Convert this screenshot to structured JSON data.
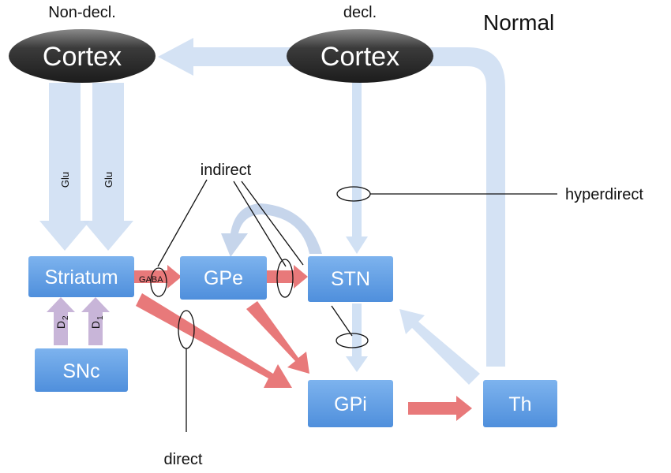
{
  "title": "Normal",
  "labels": {
    "cortex_left_caption": "Non-decl.",
    "cortex_right_caption": "decl.",
    "indirect": "indirect",
    "hyperdirect": "hyperdirect",
    "direct": "direct",
    "glu_left": "Glu",
    "glu_right": "Glu",
    "gaba": "GABA",
    "d2": "D",
    "d2_sub": "2",
    "d1": "D",
    "d1_sub": "1"
  },
  "nodes": {
    "cortex_left": "Cortex",
    "cortex_right": "Cortex",
    "striatum": "Striatum",
    "gpe": "GPe",
    "stn": "STN",
    "snc": "SNc",
    "gpi": "GPi",
    "th": "Th"
  },
  "colors": {
    "excitatory": "#cfdff3",
    "inhibitory": "#e8797a",
    "dopamine": "#c8b5d8",
    "node": "#5b9ae0",
    "cortex": "#3f3f3f"
  }
}
